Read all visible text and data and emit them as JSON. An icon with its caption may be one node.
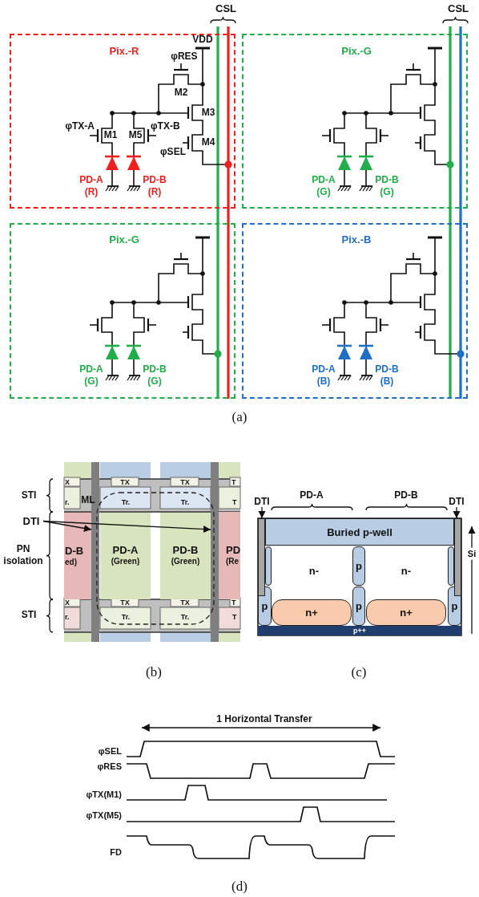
{
  "diagram": {
    "nodes": [
      {
        "text": [
          "Pix.-R"
        ]
      },
      {
        "text": [
          "Pix.-G"
        ]
      },
      {
        "text": [
          "Pix.-G"
        ]
      },
      {
        "text": [
          "Pix.-B"
        ]
      },
      {
        "text": [
          "DTI"
        ]
      },
      {
        "text": [],
        "shape": "bar"
      },
      {
        "text": [],
        "shape": "bar"
      },
      {
        "text": [
          "D-B",
          "ed)"
        ]
      },
      {
        "text": [
          "PD-A",
          "(Green)"
        ]
      },
      {
        "text": [
          "PD-B",
          "(Green)"
        ]
      },
      {
        "text": [
          "PD",
          "(Re"
        ]
      },
      {
        "text": [
          "DTI"
        ]
      },
      {
        "text": [
          "DTI"
        ]
      },
      {
        "text": [],
        "shape": "bar"
      },
      {
        "text": [
          "Buried p-well"
        ]
      },
      {
        "text": [],
        "shape": "bar"
      },
      {
        "text": [],
        "shape": "box"
      },
      {
        "text": [
          "p"
        ]
      },
      {
        "text": [],
        "shape": "box"
      },
      {
        "text": [
          "p"
        ]
      },
      {
        "text": [
          "n+"
        ]
      },
      {
        "text": [
          "p"
        ]
      },
      {
        "text": [
          "n+"
        ]
      },
      {
        "text": [
          "p"
        ]
      },
      {
        "text": [
          "p++"
        ]
      }
    ],
    "edges": [
      {
        "from": 4,
        "to": 5,
        "arrow": "to"
      },
      {
        "from": 4,
        "to": 6,
        "arrow": "to"
      },
      {
        "from": 11,
        "to": 13,
        "arrow": "to"
      },
      {
        "from": 12,
        "to": 15,
        "arrow": "to"
      }
    ],
    "labels": [
      "CSL",
      "CSL",
      "VDD",
      "φRES",
      "M2",
      "M3",
      "φTX-A",
      "M1",
      "M5",
      "φTX-B",
      "M4",
      "φSEL",
      "PD-A (R)",
      "PD-B (R)",
      "PD-A (G)",
      "PD-B (G)",
      "PD-A (G)",
      "PD-B (G)",
      "PD-A (B)",
      "PD-B (B)",
      "(a)",
      "X",
      "TX",
      "TX",
      "T",
      "r.",
      "Tr.",
      "Tr.",
      "T",
      "STI",
      "ML",
      "PN isolation",
      "X",
      "TX",
      "TX",
      "T",
      "r.",
      "Tr.",
      "Tr.",
      "T",
      "STI",
      "PD-A",
      "PD-B",
      "n-",
      "n-",
      "Si",
      "(b)",
      "(c)",
      "1 Horizontal Transfer",
      "φSEL",
      "φRES",
      "φTX(M1)",
      "φTX(M5)",
      "FD",
      "(d)"
    ]
  }
}
